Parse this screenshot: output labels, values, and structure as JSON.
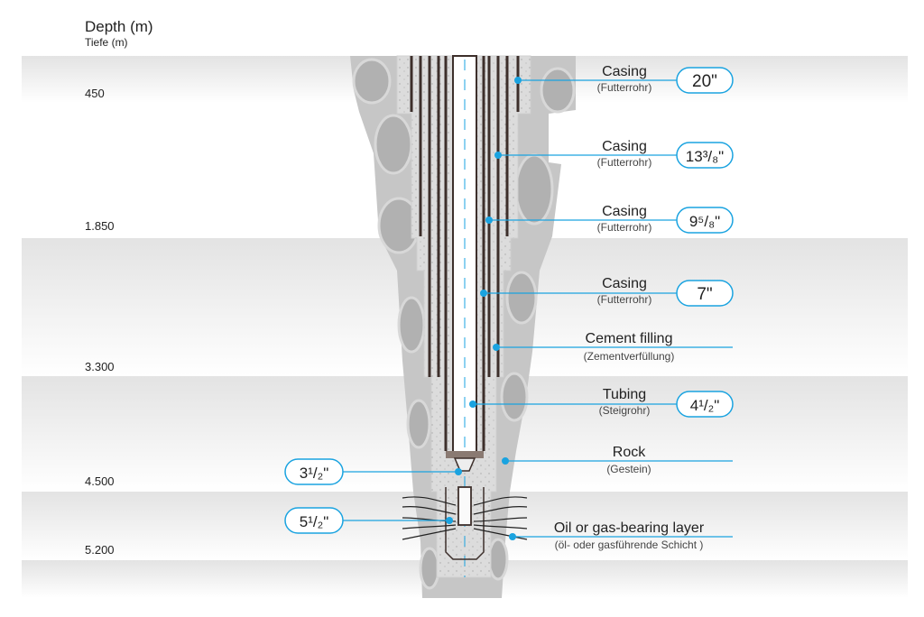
{
  "header": {
    "title": "Depth (m)",
    "subtitle": "Tiefe (m)"
  },
  "depths": [
    "450",
    "1.850",
    "3.300",
    "4.500",
    "5.200"
  ],
  "labels": {
    "casing_20": {
      "title": "Casing",
      "sub": "(Futterrohr)",
      "size": "20\""
    },
    "casing_1338": {
      "title": "Casing",
      "sub": "(Futterrohr)",
      "size": "13³/₈\""
    },
    "casing_958": {
      "title": "Casing",
      "sub": "(Futterrohr)",
      "size": "9⁵/₈\""
    },
    "casing_7": {
      "title": "Casing",
      "sub": "(Futterrohr)",
      "size": "7\""
    },
    "cement": {
      "title": "Cement filling",
      "sub": "(Zementverfüllung)"
    },
    "tubing": {
      "title": "Tubing",
      "sub": "(Steigrohr)",
      "size": "4¹/₂\""
    },
    "rock": {
      "title": "Rock",
      "sub": "(Gestein)"
    },
    "oil": {
      "title": "Oil or gas-bearing layer",
      "sub": "(öl- oder gasführende Schicht )"
    },
    "left_312": {
      "size": "3¹/₂\""
    },
    "left_512": {
      "size": "5¹/₂\""
    }
  },
  "colors": {
    "accent": "#1aa3e0",
    "rock": "#c9c9c9",
    "rock_dark": "#b0b0b0",
    "cement": "#dadada",
    "pipe": "#3d2f2b",
    "band": "#e6e6e6"
  }
}
